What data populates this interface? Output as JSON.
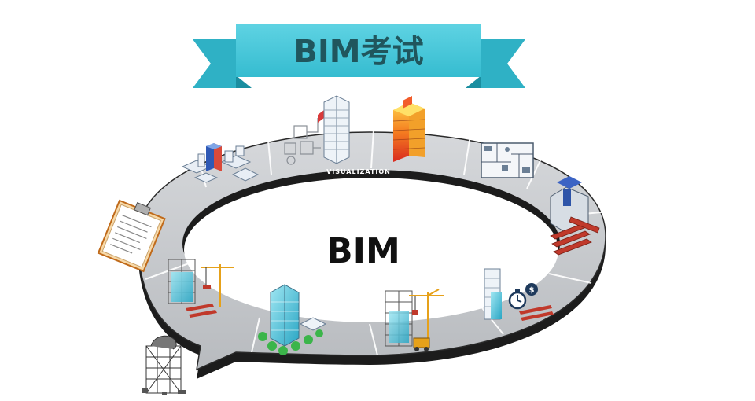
{
  "banner": {
    "title": "BIM考试"
  },
  "center": {
    "label": "BIM"
  },
  "ring": {
    "label": "VISUALIZATION"
  },
  "colors": {
    "banner_fill": "#3ec6d9",
    "banner_dark": "#1f9fb1",
    "ring_top": "#c9ccd0",
    "ring_edge": "#1a1a1a"
  },
  "stages": [
    {
      "icon": "checklist-icon"
    },
    {
      "icon": "site-plan-icon"
    },
    {
      "icon": "design-model-icon"
    },
    {
      "icon": "analysis-tower-icon"
    },
    {
      "icon": "floor-plan-icon"
    },
    {
      "icon": "fabrication-icon"
    },
    {
      "icon": "cost-estimate-icon"
    },
    {
      "icon": "construction-crane-icon"
    },
    {
      "icon": "completed-building-icon"
    },
    {
      "icon": "construction-site-icon"
    },
    {
      "icon": "demolition-icon"
    }
  ]
}
